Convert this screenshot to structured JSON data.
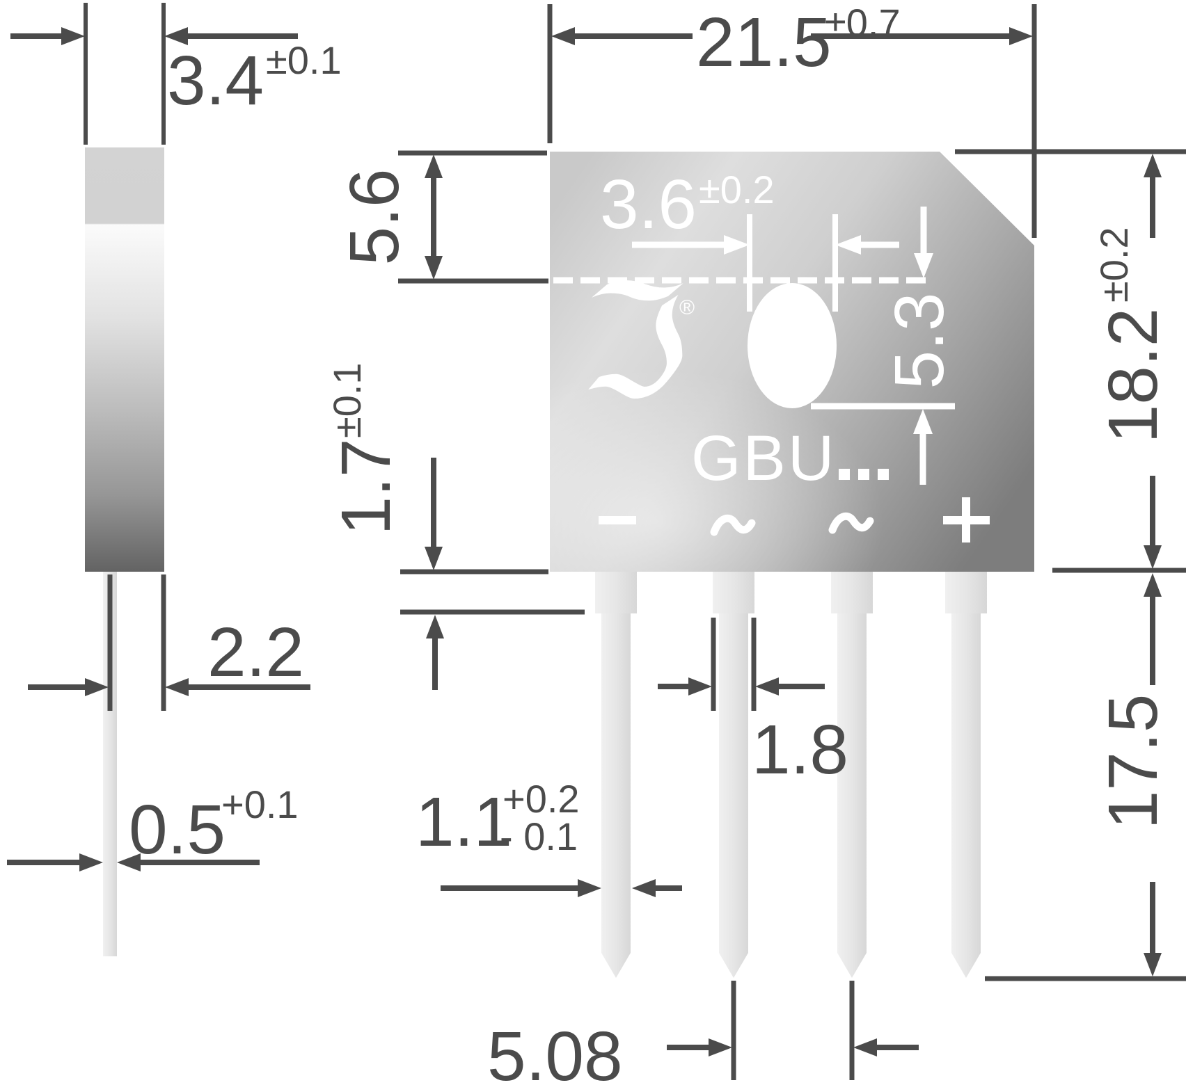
{
  "drawing_type": "package-outline-dimension-drawing",
  "units_note": "",
  "colors": {
    "dimension_lines_and_text": "#4b4b4b",
    "on_body_annotations": "#ffffff",
    "body_light": "#e6e6e6",
    "body_dark": "#7d7d7d",
    "lead_fill": "#e2e2e2"
  },
  "side_view": {
    "thickness": {
      "value": "3.4",
      "tolerance": "±0.1"
    },
    "lead_offset": {
      "value": "2.2"
    },
    "lead_thickness": {
      "value": "0.5",
      "tolerance_plus": "+0.1"
    }
  },
  "front_view": {
    "width": {
      "value": "21.5",
      "tolerance": "±0.7"
    },
    "top_to_centerline": {
      "value": "5.6"
    },
    "hole_width": {
      "value": "3.6",
      "tolerance": "±0.2"
    },
    "centerline_to_hole_bottom": {
      "value": "5.3"
    },
    "height": {
      "value": "18.2",
      "tolerance": "±0.2"
    },
    "lead_shoulder_length": {
      "value": "1.7",
      "tolerance": "±0.1"
    },
    "lead_shoulder_width": {
      "value": "1.8"
    },
    "lead_width": {
      "value": "1.1",
      "tolerance_plus": "+0.2",
      "tolerance_minus": "- 0.1"
    },
    "lead_pitch": {
      "value": "5.08"
    },
    "lead_length": {
      "value": "17.5"
    }
  },
  "marking": {
    "logo_glyph": "ℑ",
    "registered": "®",
    "series": "GBU",
    "series_suffix": "...",
    "terminals": [
      "−",
      "~",
      "~",
      "+"
    ]
  }
}
